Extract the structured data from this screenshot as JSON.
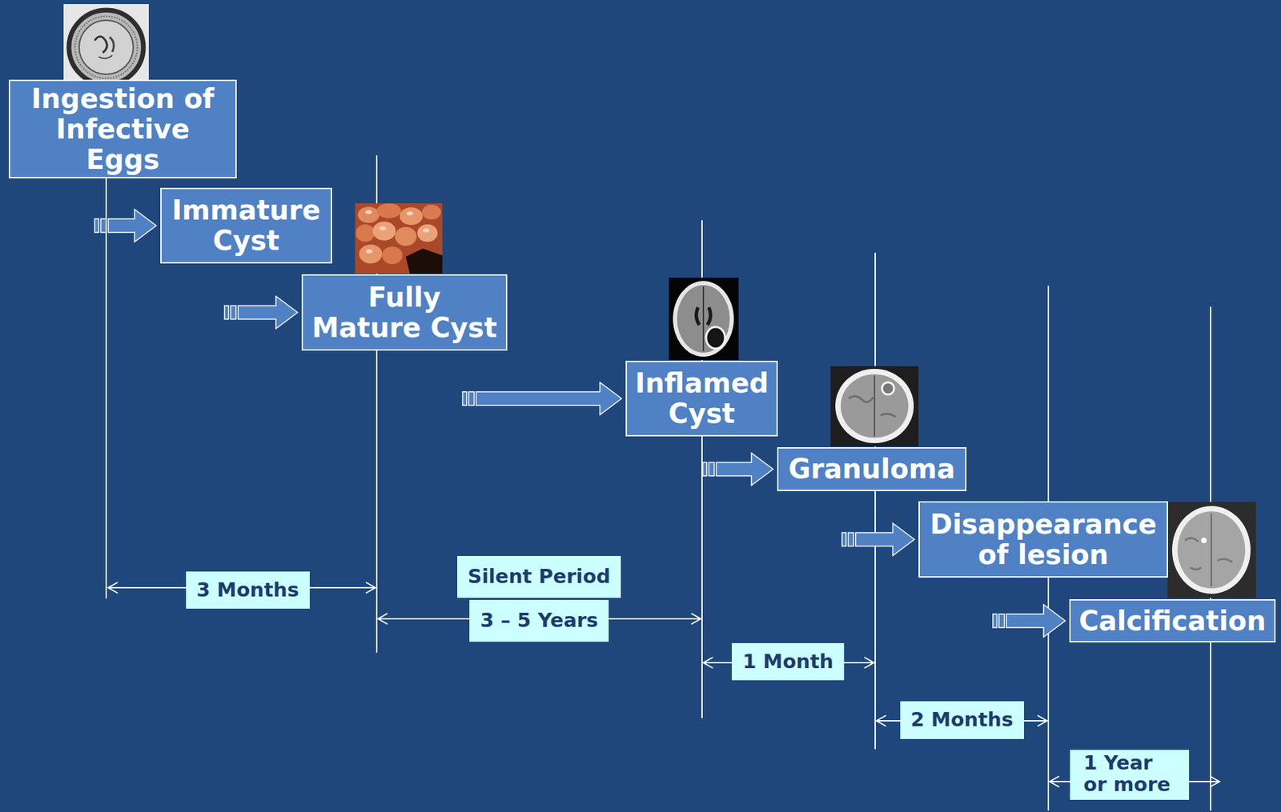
{
  "diagram": {
    "nodes": [
      {
        "text": [
          "Ingestion of Infective Eggs"
        ]
      },
      {
        "text": [
          "Immature Cyst"
        ]
      },
      {
        "text": [
          "Fully Mature Cyst"
        ]
      },
      {
        "text": [
          "Inflamed Cyst"
        ]
      },
      {
        "text": [
          "Granuloma"
        ]
      },
      {
        "text": [
          "Disappearance of lesion"
        ]
      },
      {
        "text": [
          "Calcification"
        ]
      }
    ],
    "edges": [
      {
        "from": 0,
        "to": 1,
        "arrow": "to"
      },
      {
        "from": 1,
        "to": 2,
        "arrow": "to"
      },
      {
        "from": 2,
        "to": 3,
        "arrow": "to"
      },
      {
        "from": 3,
        "to": 4,
        "arrow": "to"
      },
      {
        "from": 4,
        "to": 5,
        "arrow": "to"
      },
      {
        "from": 5,
        "to": 6,
        "arrow": "to"
      }
    ],
    "labels": [
      "3 Months",
      "Silent Period",
      "3 – 5 Years",
      "1 Month",
      "2 Months",
      "1 Year or more"
    ]
  }
}
